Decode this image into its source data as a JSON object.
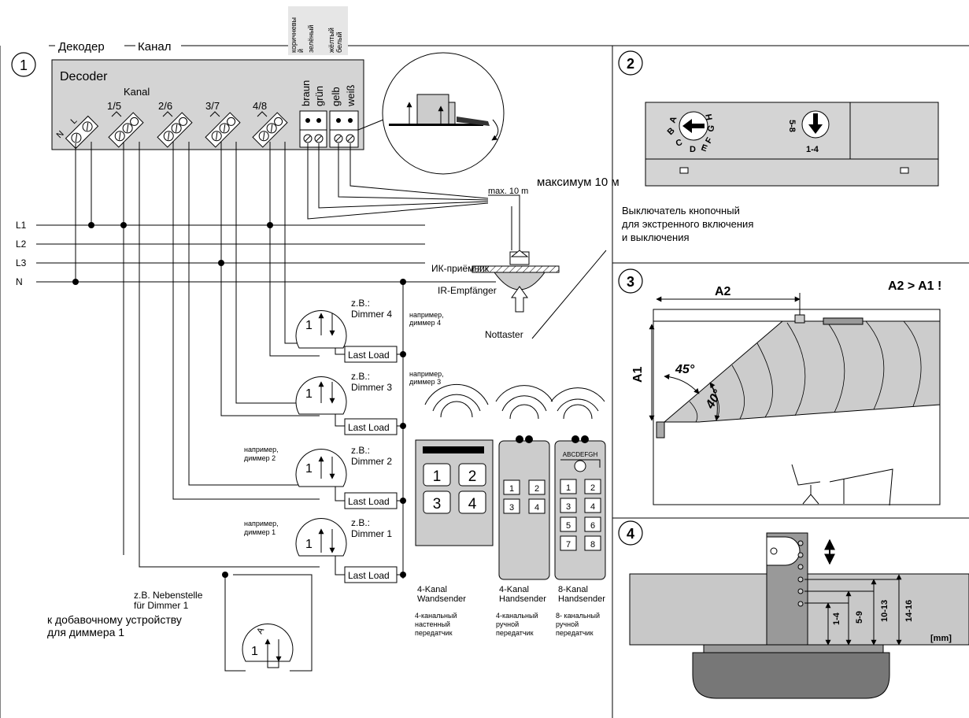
{
  "header": {
    "decoder_ru": "Декодер",
    "channel_ru": "Канал",
    "wire_brown_ru_1": "коричневы",
    "wire_brown_ru_2": "й",
    "wire_green_ru": "зелёный",
    "wire_yellow_ru": "жёлтый",
    "wire_white_ru": "белый"
  },
  "panel1": {
    "number": "1",
    "decoder_title": "Decoder",
    "kanal": "Kanal",
    "channels": [
      "1/5",
      "2/6",
      "3/7",
      "4/8"
    ],
    "neutral": "N",
    "line": "L",
    "wires": [
      "braun",
      "grün",
      "gelb",
      "weiß"
    ],
    "lines": [
      "L1",
      "L2",
      "L3",
      "N"
    ],
    "max_ru": "максимум 10 м",
    "max_de": "max. 10 m",
    "ir_ru": "ИК-приёмник",
    "ir_de": "IR-Empfänger",
    "nottaster": "Nottaster",
    "dimmers": [
      {
        "zb": "z.B.:",
        "name": "Dimmer 4",
        "ru_1": "например,",
        "ru_2": "диммер 4",
        "knob": "1",
        "load": "Last Load"
      },
      {
        "zb": "z.B.:",
        "name": "Dimmer 3",
        "ru_1": "например,",
        "ru_2": "диммер 3",
        "knob": "1",
        "load": "Last Load"
      },
      {
        "zb": "z.B.:",
        "name": "Dimmer 2",
        "ru_1": "например,",
        "ru_2": "диммер 2",
        "knob": "1",
        "load": "Last Load"
      },
      {
        "zb": "z.B.:",
        "name": "Dimmer 1",
        "ru_1": "например,",
        "ru_2": "диммер 1",
        "knob": "1",
        "load": "Last Load"
      }
    ],
    "nebenstelle_1": "z.B. Nebenstelle",
    "nebenstelle_2": "für Dimmer 1",
    "extension_ru_1": "к добавочному устройству",
    "extension_ru_2": "для диммера 1",
    "extension_knob": "1",
    "extension_knob_label": "A",
    "wall_keys": [
      "1",
      "2",
      "3",
      "4"
    ],
    "hand4_keys": [
      "1",
      "2",
      "3",
      "4"
    ],
    "hand8_keys": [
      "1",
      "2",
      "3",
      "4",
      "5",
      "6",
      "7",
      "8"
    ],
    "hand8_selector": "ABCDEFGH",
    "tx_wall_de_1": "4-Kanal",
    "tx_wall_de_2": "Wandsender",
    "tx_wall_ru_1": "4-канальный",
    "tx_wall_ru_2": "настенный",
    "tx_wall_ru_3": "передатчик",
    "tx_hand4_de_1": "4-Kanal",
    "tx_hand4_de_2": "Handsender",
    "tx_hand4_ru_1": "4-канальный",
    "tx_hand4_ru_2": "ручной",
    "tx_hand4_ru_3": "передатчик",
    "tx_hand8_de_1": "8-Kanal",
    "tx_hand8_de_2": "Handsender",
    "tx_hand8_ru_1": "8- канальный",
    "tx_hand8_ru_2": "ручной",
    "tx_hand8_ru_3": "передатчик"
  },
  "panel2": {
    "number": "2",
    "letters": [
      "A",
      "B",
      "C",
      "D",
      "E",
      "F",
      "G",
      "H"
    ],
    "dial2_top": "5-8",
    "dial2_bottom": "1-4",
    "caption_1": "Выключатель кнопочный",
    "caption_2": "для экстренного включения",
    "caption_3": "и выключения"
  },
  "panel3": {
    "number": "3",
    "a2": "A2",
    "a1": "A1",
    "rule": "A2 > A1 !",
    "angle_45": "45°",
    "angle_40": "40°"
  },
  "panel4": {
    "number": "4",
    "dims": [
      "1-4",
      "5-9",
      "10-13",
      "14-16"
    ],
    "unit": "[mm]"
  }
}
